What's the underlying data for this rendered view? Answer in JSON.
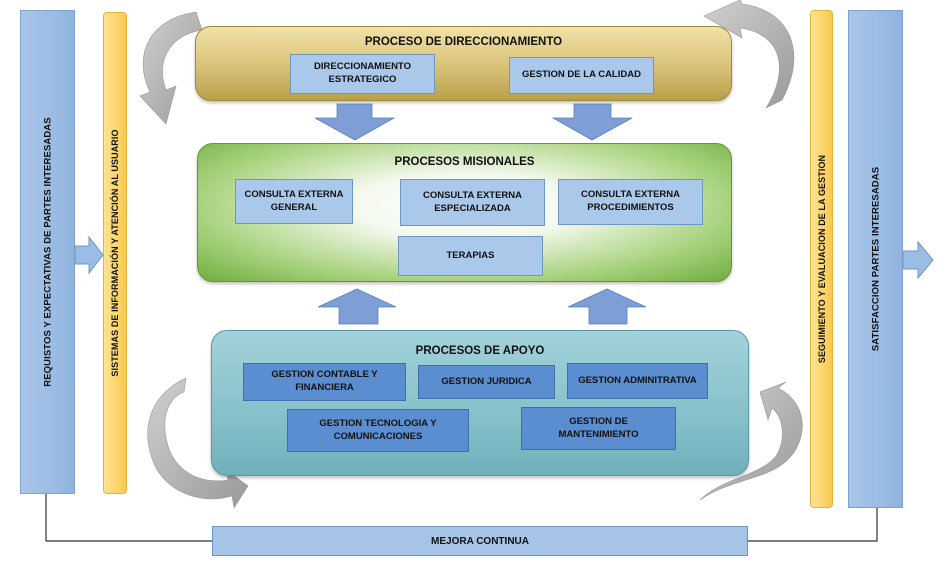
{
  "left_bar": {
    "label": "REQUISTOS Y EXPECTATIVAS DE PARTES INTERESADAS"
  },
  "left_yellow": {
    "label": "SISTEMAS DE INFORMACIÓN Y ATENCIÓN AL USUARIO"
  },
  "right_yellow": {
    "label": "SEGUIMIENTO Y EVALUACION DE LA GESTION"
  },
  "right_bar": {
    "label": "SATISFACCION PARTES INTERESADAS"
  },
  "direccionamiento": {
    "title": "PROCESO DE DIRECCIONAMIENTO",
    "boxes": [
      "DIRECCIONAMIENTO ESTRATEGICO",
      "GESTION DE LA CALIDAD"
    ]
  },
  "misionales": {
    "title": "PROCESOS MISIONALES",
    "boxes": [
      "CONSULTA EXTERNA GENERAL",
      "CONSULTA EXTERNA ESPECIALIZADA",
      "CONSULTA EXTERNA PROCEDIMIENTOS",
      "TERAPIAS"
    ]
  },
  "apoyo": {
    "title": "PROCESOS DE APOYO",
    "boxes": [
      "GESTION CONTABLE Y FINANCIERA",
      "GESTION JURIDICA",
      "GESTION ADMINITRATIVA",
      "GESTION TECNOLOGIA Y COMUNICACIONES",
      "GESTION DE MANTENIMIENTO"
    ]
  },
  "mejora": {
    "label": "MEJORA CONTINUA"
  },
  "colors": {
    "blue_bar": "#9bbce4",
    "yellow_bar": "#fcd46a",
    "direccionamiento_panel": "#d6c27a",
    "misionales_panel": "#7dba4f",
    "apoyo_panel": "#82bfca",
    "arrow_blue": "#7d9fd6",
    "curved_arrow_gray": "#b0b0b0"
  }
}
